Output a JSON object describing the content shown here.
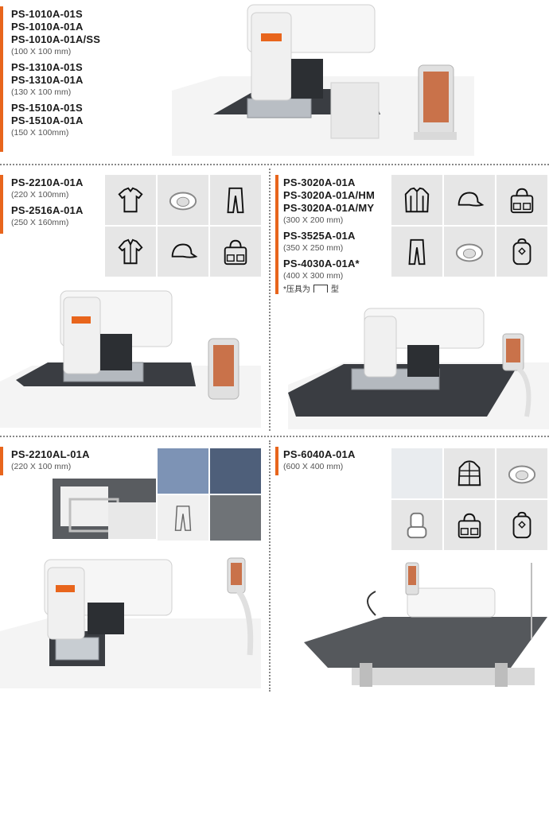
{
  "top": {
    "groups": [
      {
        "models": [
          "PS-1010A-01S",
          "PS-1010A-01A",
          "PS-1010A-01A/SS"
        ],
        "size": "(100 X 100 mm)"
      },
      {
        "models": [
          "PS-1310A-01S",
          "PS-1310A-01A"
        ],
        "size": "(130 X 100 mm)"
      },
      {
        "models": [
          "PS-1510A-01S",
          "PS-1510A-01A"
        ],
        "size": "(150 X 100mm)"
      }
    ],
    "machine_icon": "pattern-sewing-machine-icon"
  },
  "mid_left": {
    "groups": [
      {
        "models": [
          "PS-2210A-01A"
        ],
        "size": "(220 X 100mm)"
      },
      {
        "models": [
          "PS-2516A-01A"
        ],
        "size": "(250 X 160mm)"
      }
    ],
    "icons": [
      "polo-shirt-icon",
      "shoe-upper-icon",
      "pants-icon",
      "shirt-icon",
      "cap-icon",
      "handbag-icon"
    ]
  },
  "mid_right": {
    "groups": [
      {
        "models": [
          "PS-3020A-01A",
          "PS-3020A-01A/HM",
          "PS-3020A-01A/MY"
        ],
        "size": "(300 X 200 mm)"
      },
      {
        "models": [
          "PS-3525A-01A"
        ],
        "size": "(350 X 250 mm)"
      },
      {
        "models": [
          "PS-4030A-01A*"
        ],
        "size": "(400 X 300 mm)"
      }
    ],
    "note_before": "*压具为",
    "note_after": "型",
    "icons": [
      "jacket-icon",
      "cap-icon",
      "handbag-icon",
      "pants-icon",
      "shoe-upper-icon",
      "backpack-icon"
    ]
  },
  "bottom_left": {
    "groups": [
      {
        "models": [
          "PS-2210AL-01A"
        ],
        "size": "(220 X 100 mm)"
      }
    ],
    "photos": [
      "jeans-pocket-photo",
      "jeans-leg-photo",
      "pants-pattern-icon",
      "water-drops-photo"
    ]
  },
  "bottom_right": {
    "groups": [
      {
        "models": [
          "PS-6040A-01A"
        ],
        "size": "(600 X 400 mm)"
      }
    ],
    "icons": [
      "quilted-fabric-photo",
      "down-jacket-icon",
      "shoe-upper-icon",
      "car-seat-icon",
      "handbag-icon",
      "backpack-icon"
    ]
  },
  "colors": {
    "accent": "#e8651c",
    "icon_bg": "#e6e6e6",
    "machine_body": "#f2f2f2",
    "table_dark": "#3a3d42"
  }
}
